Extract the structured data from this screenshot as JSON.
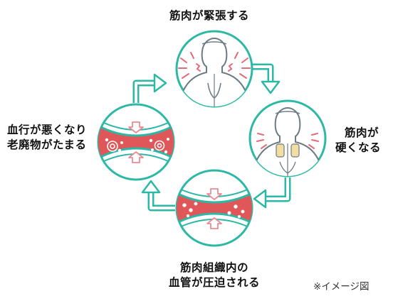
{
  "stages": {
    "top": {
      "text": "筋肉が緊張する"
    },
    "right": {
      "lines": [
        "筋肉が",
        "硬くなる"
      ]
    },
    "bottom": {
      "lines": [
        "筋肉組織内の",
        "血管が圧迫される"
      ]
    },
    "left": {
      "lines": [
        "血行が悪くなり",
        "老廃物がたまる"
      ]
    }
  },
  "note": "※イメージ図",
  "colors": {
    "teal": "#2BB9A5",
    "red": "#E0575A",
    "pink": "#EB8A93",
    "figure": "#6B7B83",
    "tension": "#E36B78"
  }
}
